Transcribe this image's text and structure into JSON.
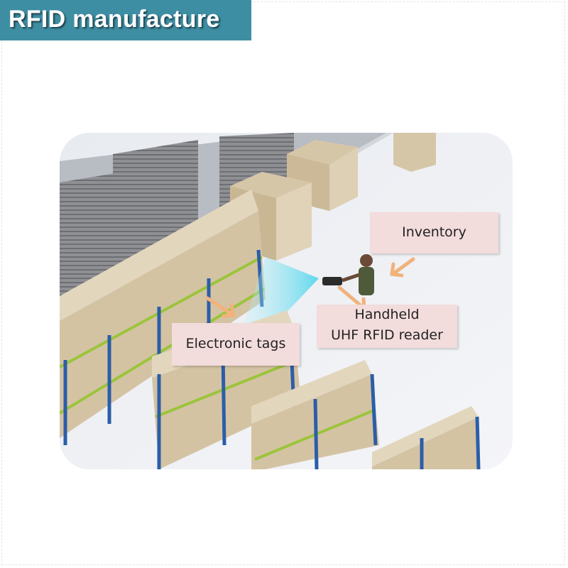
{
  "banner": {
    "title": "RFID manufacture"
  },
  "callouts": {
    "inventory": "Inventory",
    "handheld_line1": "Handheld",
    "handheld_line2": "UHF RFID reader",
    "tags": "Electronic tags"
  },
  "colors": {
    "banner": "#3e8ea3",
    "callout_bg": "#f3dcdc",
    "arrow": "#f1b27c",
    "rack_blue": "#2b5ea8",
    "rack_green": "#9cc43c",
    "box": "#d8c8ac",
    "scan_beam": "#7fe3f0"
  },
  "icons": [
    "arrow-to-reader",
    "arrow-to-tags",
    "arrow-from-inventory"
  ]
}
